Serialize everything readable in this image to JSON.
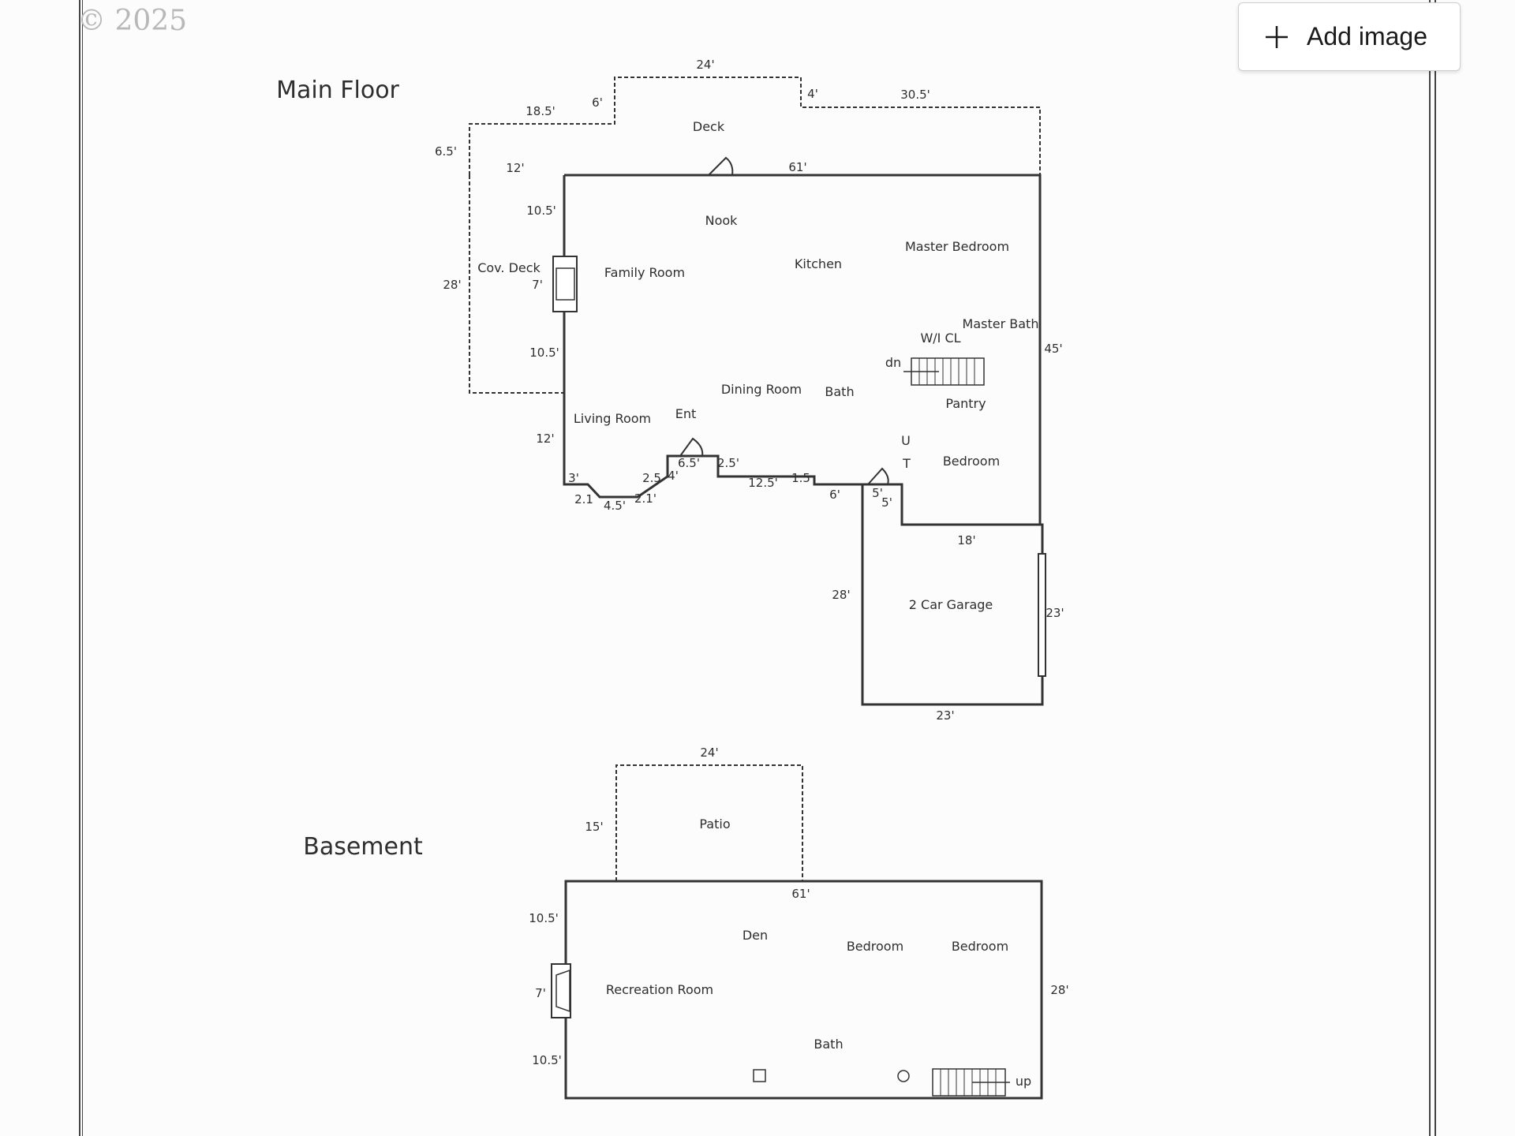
{
  "copyright": "© 2025",
  "add_image": {
    "label": "Add image",
    "icon": "plus-icon"
  },
  "main_floor": {
    "title": "Main Floor",
    "rooms": [
      "Deck",
      "Nook",
      "Cov. Deck",
      "Family Room",
      "Kitchen",
      "Master Bedroom",
      "W/I CL",
      "Master Bath",
      "dn",
      "Dining Room",
      "Bath",
      "Pantry",
      "Living Room",
      "Ent",
      "U",
      "T",
      "Bedroom",
      "2 Car Garage"
    ],
    "dimensions": [
      "24'",
      "6'",
      "4'",
      "30.5'",
      "18.5'",
      "6.5'",
      "12'",
      "61'",
      "10.5'",
      "28'",
      "7'",
      "10.5'",
      "45'",
      "12'",
      "3'",
      "2.1",
      "4.5'",
      "2.5",
      "4'",
      "2.1'",
      "6.5'",
      "2.5'",
      "12.5'",
      "1.5",
      "6'",
      "5'",
      "5'",
      "18'",
      "28'",
      "23'",
      "23'"
    ]
  },
  "basement": {
    "title": "Basement",
    "rooms": [
      "Patio",
      "Den",
      "Bedroom",
      "Bedroom",
      "Recreation Room",
      "Bath",
      "up"
    ],
    "dimensions": [
      "24'",
      "15'",
      "61'",
      "10.5'",
      "7'",
      "10.5'",
      "28'"
    ]
  }
}
